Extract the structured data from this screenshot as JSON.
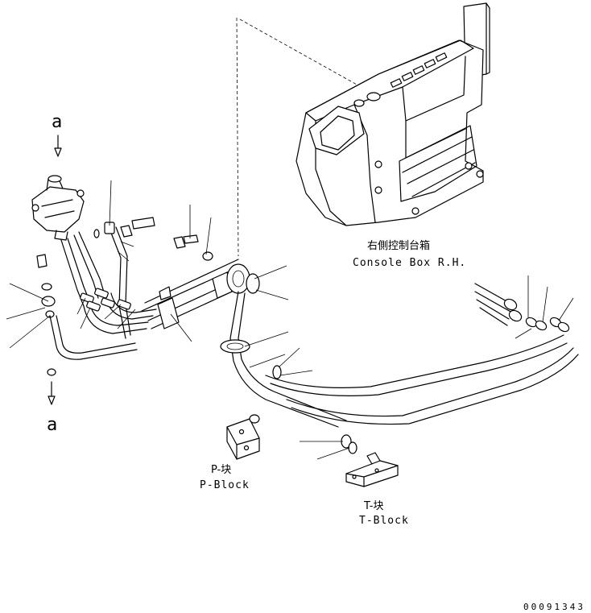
{
  "labels": {
    "console_cn": "右側控制台箱",
    "console_en": "Console Box R.H.",
    "pblock_cn": "P-块",
    "pblock_en": "P-Block",
    "tblock_cn": "T-块",
    "tblock_en": "T-Block",
    "ref_top": "a",
    "ref_bottom": "a",
    "drawing_code": "00091343"
  }
}
